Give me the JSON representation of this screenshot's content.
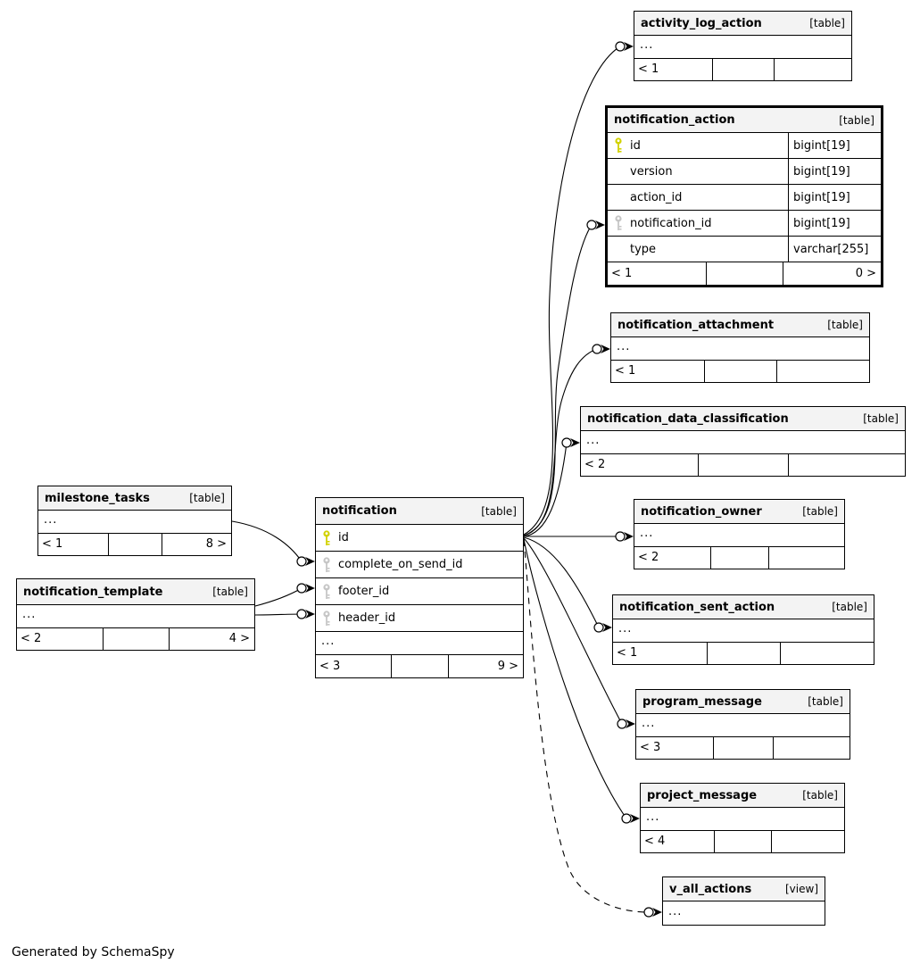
{
  "footer_note": "Generated by SchemaSpy",
  "colors": {
    "primary_key": "#d2d200",
    "foreign_key": "#c6c6c6",
    "header_bg": "#f3f3f3",
    "line": "#000000"
  },
  "tables": {
    "activity_log_action": {
      "name": "activity_log_action",
      "kind": "[table]",
      "ellipsis": "...",
      "footer_left": "< 1",
      "footer_right": ""
    },
    "notification_action": {
      "name": "notification_action",
      "kind": "[table]",
      "columns": {
        "0": {
          "name": "id",
          "key": "primary",
          "type": "bigint[19]"
        },
        "1": {
          "name": "version",
          "key": "",
          "type": "bigint[19]"
        },
        "2": {
          "name": "action_id",
          "key": "",
          "type": "bigint[19]"
        },
        "3": {
          "name": "notification_id",
          "key": "foreign",
          "type": "bigint[19]"
        },
        "4": {
          "name": "type",
          "key": "",
          "type": "varchar[255]"
        }
      },
      "footer_left": "< 1",
      "footer_right": "0 >"
    },
    "notification_attachment": {
      "name": "notification_attachment",
      "kind": "[table]",
      "ellipsis": "...",
      "footer_left": "< 1",
      "footer_right": ""
    },
    "notification_data_classification": {
      "name": "notification_data_classification",
      "kind": "[table]",
      "ellipsis": "...",
      "footer_left": "< 2",
      "footer_right": ""
    },
    "notification_owner": {
      "name": "notification_owner",
      "kind": "[table]",
      "ellipsis": "...",
      "footer_left": "< 2",
      "footer_right": ""
    },
    "notification_sent_action": {
      "name": "notification_sent_action",
      "kind": "[table]",
      "ellipsis": "...",
      "footer_left": "< 1",
      "footer_right": ""
    },
    "program_message": {
      "name": "program_message",
      "kind": "[table]",
      "ellipsis": "...",
      "footer_left": "< 3",
      "footer_right": ""
    },
    "project_message": {
      "name": "project_message",
      "kind": "[table]",
      "ellipsis": "...",
      "footer_left": "< 4",
      "footer_right": ""
    },
    "v_all_actions": {
      "name": "v_all_actions",
      "kind": "[view]",
      "ellipsis": "..."
    },
    "milestone_tasks": {
      "name": "milestone_tasks",
      "kind": "[table]",
      "ellipsis": "...",
      "footer_left": "< 1",
      "footer_right": "8 >"
    },
    "notification_template": {
      "name": "notification_template",
      "kind": "[table]",
      "ellipsis": "...",
      "footer_left": "< 2",
      "footer_right": "4 >"
    },
    "notification": {
      "name": "notification",
      "kind": "[table]",
      "columns": {
        "0": {
          "name": "id",
          "key": "primary"
        },
        "1": {
          "name": "complete_on_send_id",
          "key": "foreign"
        },
        "2": {
          "name": "footer_id",
          "key": "foreign"
        },
        "3": {
          "name": "header_id",
          "key": "foreign"
        }
      },
      "ellipsis": "...",
      "footer_left": "< 3",
      "footer_right": "9 >"
    }
  },
  "relationships": [
    {
      "id": "milestone_tasks-notification",
      "from": "milestone_tasks",
      "to": "notification.complete_on_send_id",
      "style": "solid"
    },
    {
      "id": "notification_template-footer",
      "from": "notification_template",
      "to": "notification.footer_id",
      "style": "solid"
    },
    {
      "id": "notification_template-header",
      "from": "notification_template",
      "to": "notification.header_id",
      "style": "solid"
    },
    {
      "id": "notification-activity_log_action",
      "from": "notification.id",
      "to": "activity_log_action",
      "style": "solid"
    },
    {
      "id": "notification-notification_action",
      "from": "notification.id",
      "to": "notification_action.notification_id",
      "style": "solid"
    },
    {
      "id": "notification-notification_attachment",
      "from": "notification.id",
      "to": "notification_attachment",
      "style": "solid"
    },
    {
      "id": "notification-notification_data_classification",
      "from": "notification.id",
      "to": "notification_data_classification",
      "style": "solid"
    },
    {
      "id": "notification-notification_owner",
      "from": "notification.id",
      "to": "notification_owner",
      "style": "solid"
    },
    {
      "id": "notification-notification_sent_action",
      "from": "notification.id",
      "to": "notification_sent_action",
      "style": "solid"
    },
    {
      "id": "notification-program_message",
      "from": "notification.id",
      "to": "program_message",
      "style": "solid"
    },
    {
      "id": "notification-project_message",
      "from": "notification.id",
      "to": "project_message",
      "style": "solid"
    },
    {
      "id": "notification-v_all_actions",
      "from": "notification.id",
      "to": "v_all_actions",
      "style": "dashed"
    }
  ]
}
